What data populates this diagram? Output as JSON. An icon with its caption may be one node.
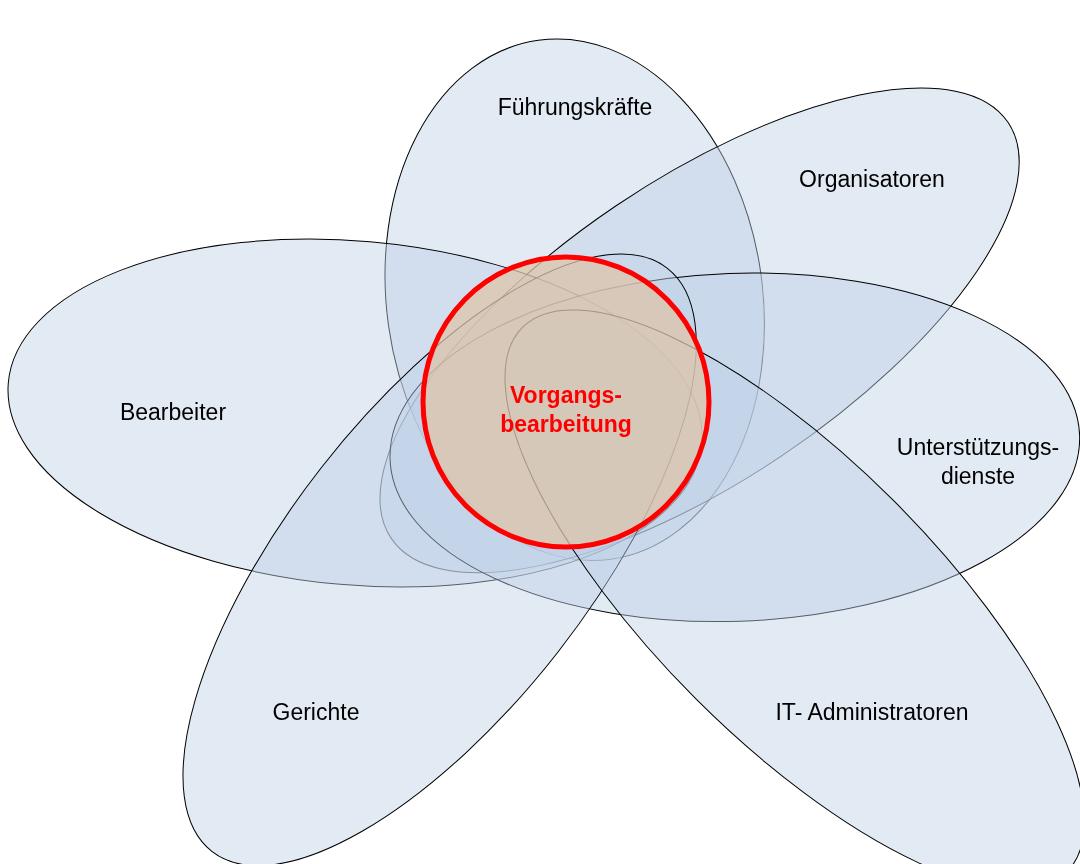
{
  "diagram": {
    "nodes": [
      {
        "text": [
          "Führungskräfte"
        ]
      },
      {
        "text": [
          "Organisatoren"
        ]
      },
      {
        "text": [
          "Bearbeiter"
        ]
      },
      {
        "text": [
          "Vorgangs- bearbeitung"
        ]
      },
      {
        "text": [
          "Unterstützungs- dienste"
        ]
      },
      {
        "text": [
          "Gerichte"
        ]
      },
      {
        "text": [
          "IT- Administratoren"
        ]
      }
    ]
  }
}
